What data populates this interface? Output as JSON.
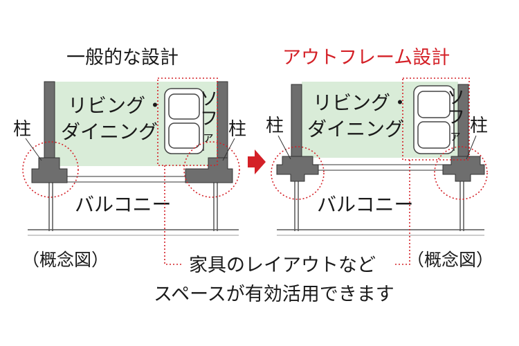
{
  "left_panel": {
    "title": "一般的な設計",
    "room_label": [
      "リビング・",
      "ダイニング"
    ],
    "sofa_label": [
      "ソ",
      "フ",
      "ァ"
    ],
    "pillar_left": "柱",
    "pillar_right": "柱",
    "balcony_label": "バルコニー",
    "caption": "（概念図）"
  },
  "right_panel": {
    "title": "アウトフレーム設計",
    "room_label": [
      "リビング・",
      "ダイニング"
    ],
    "sofa_label": [
      "ソ",
      "フ",
      "ァ"
    ],
    "pillar_left": "柱",
    "pillar_right": "柱",
    "balcony_label": "バルコニー",
    "caption": "（概念図）"
  },
  "footer_note": [
    "家具のレイアウトなど",
    "スペースが有効活用できます"
  ],
  "colors": {
    "highlight": "#d42027",
    "room_fill": "#d9ecd8",
    "wall": "#6e6e6e",
    "text": "#1a1a1a"
  }
}
